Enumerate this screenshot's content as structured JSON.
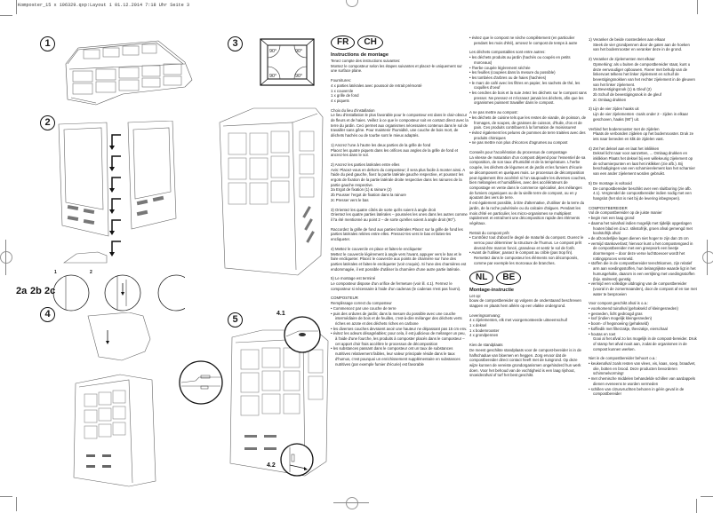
{
  "header": {
    "slug": "Komposter_15 x 106329.qxp:Layout 1  01.12.2014  7:18 Uhr  Seite 3"
  },
  "figures": {
    "step1": "1",
    "step2": "2",
    "step3": "3",
    "step4": "4",
    "step5": "5",
    "angle": "90°",
    "detail_labels": [
      "2a",
      "2b",
      "2c"
    ],
    "callouts": [
      "1",
      "2"
    ],
    "hint_41": "4.1",
    "hint_42": "4.2"
  },
  "fr": {
    "badges": [
      "FR",
      "CH"
    ],
    "title": "Instructions de montage",
    "intro": [
      "Tenez compte des instructions suivantes:",
      "Montez le composteur selon les étapes suivantes et placez-le uniquement sur une surface plane."
    ],
    "supplies_title": "Fournitures:",
    "supplies": [
      "4 x parties latérales avec poussoir de retrait prémonté",
      "1 x couvercle",
      "1 x grille de fond",
      "4 x piquets"
    ],
    "location_title": "Choix du lieu d'installation",
    "location_text": "Le lieu d'installation le plus favorable pour le composteur est dans le clair-obscur de fleurs et de haies. Veillez à ce que le composteur soit en contact direct avec la terre du jardin. Ceci permet aux organismes nécessaires contenus dans le sol de travailler sans gêne. Pour maintenir l'humidité, une couche de bois mort, de déchets hachés ou de tourbe sont le mieux adaptés.",
    "s1_title": "1) Ancrez l'une à l'autre les deux parties de la grille de fond",
    "s1_text": "Placez les quatre piquets dans les orifices aux angles de la grille de fond et ancrez-les dans le sol.",
    "s2_title": "2) Ancrez les parties latérales entre elles",
    "s2_text": "Avis: Placez-vous en dehors du composteur; il sera plus facile à monter ainsi. A l'aide du pied gauche, fixez la partie latérale gauche respective, et poussez les ergots de fixation de la partie latérale droite respective dans les rainures de la partie gauche respective.",
    "s2_items": [
      "2a Ergot de fixation (1) & rainure (2)",
      "2b Pousser l'ergot de fixation dans la rainure",
      "2c Presser vers le bas"
    ],
    "s3_title": "3) Orientez les quatre côtés de sorte qu'ils soient à angle droit",
    "s3_text": "Orientez les quatre parties latérales – poussées les unes dans les autres comme il l'a été mentionné au point 2 – de sorte qu'elles soient à angle droit (90°).",
    "s3b_text": "Raccordez la grille de fond aux parties latérales Placez sur la grille de fond les parties latérales reliées entre elles. Pressez-les vers le bas et faites-les encliqueter.",
    "s4_title": "4) Mettez le couvercle en place et faites-le encliqueter",
    "s4_text": "Mettez le couvercle légèrement à angle vers l'avant, appuyer vers le bas et le faire encliqueter. Placez le couvercle aux points de charnière sur l'une des parties latérales et faites-le encliqueter (voir croquis). Si l'une des charnières est endommagée, il est possible d'utiliser la charnière d'une autre partie latérale.",
    "s5_title": "5) Le montage est terminé",
    "s5_text": "Le composteur dispose d'un orifice de fermeture (voir ill. 4.1). Fermez le composteur si nécessaire à l'aide d'un cadenas (le cadenas n'est pas fourni).",
    "comp_title": "COMPOSTEUR",
    "comp_sub": "Remplissage correct du composteur",
    "comp_items": [
      "Commencez par une couche de terre",
      "puis des ordures de jardin; dans la mesure du possible avec une couche intermédiaire de bois et de feuilles, c'est-à-dire mélanger des déchets verts riches en azote et des déchets riches en carbone",
      "les diverses couches devraient avoir une hauteur ne dépassant pas 15 cm env.",
      "évitez les odeurs désagréables; pour cela, il est judicieux de mélanger un peu, à l'aide d'une fourche, les produits à composter placés dans le composteur – cet apport d'air frais accélère le processus de décomposition",
      "les substances passant dans le composteur ont un taux de substances nutritives relativement faibles, leur valeur principale réside dans le taux d'humus, c'est pourquoi un enrichissement supplémentaire en substances nutritives (par exemple fumier d'écurie) est favorable"
    ]
  },
  "fr2": {
    "top_item": "évitez que le compost ne sèche complètement (en particulier pendant les mois d'été), arrosez le compost de temps à autre",
    "waste_title": "Les déchets compostables sont entre autres:",
    "waste_items": [
      "les déchets produits au jardin (hachés ou coupés en petits morceaux)",
      "l'herbe coupée légèrement séchée",
      "les feuilles (coupées dans la mesure du possible)",
      "les tombées d'arbres ou de haies (hachées)",
      "le marc de café avec les filtres en papier, les sachets de thé, les coquilles d'oeuf",
      "les cendres de bois et la suie Jetez les déchets sur le compost sans presser. Ne pressez et n'écrasez jamais les déchets, afin que les organismes puissent travailler dans le compost."
    ],
    "no_title": "A ne pas mettre au compost:",
    "no_items": [
      "les déchets de cuisine tels que les restes de viande, de poisson, de fromages, de soupes, de graisses de cuisson, d'huile, d'os et de pain. Ces produits contribuent à la formation de moisissures!",
      "évitez également les pelures de pommes de terre traitées avec des produits chimiques",
      "ne pas mettre non plus d'écorces d'agrumes au compost"
    ],
    "tips_title": "Conseils pour l'accélération du processus de compostage",
    "tips_text": "La vitesse de maturation d'un compost dépend pour l'essentiel de sa composition, de son taux d'humidité et de la température. L'herbe coupée, les déchets de légumes et de jardin et les fumiers d'écurie se décomposent en quelques mois. Le processus de décomposition peut également être accéléré si l'on saupoudre les diverses couches, bien mélangées et humidifiées, avec des accélérateurs de compostage en vente dans le commerce spécialisé, des mélanges de fumiers organiques ou de la vieille terre de compost, ou en y ajoutant des vers de terre.",
    "tips_text2": "Il est également possible, à titre d'alternative, d'utiliser de la terre du jardin, de la roche pulvérisée ou du calcaire d'algues. Pendant les mois d'été en particulier, les micro-organismes se multiplient rapidement et entraînent une décomposition rapide des éléments végétaux.",
    "ready_title": "Retrait du compost prêt",
    "ready_items": [
      "Contrôlez tout d'abord le degré de maturité du compost. Ouvrez le verrou pour déterminer la structure de l'humus. Le compost prêt devrait être marron foncé, granuleux et sentir le sol de forêt.",
      "Avant de l'utiliser, passez le compost au crible (pas trop fin). Remettez dans le composteur les éléments non décomposés, comme par exemple les morceaux de branches."
    ]
  },
  "nl": {
    "badges": [
      "NL",
      "BE"
    ],
    "title": "Montage-instructie",
    "note_title": "Let op:",
    "note_text": "bouw de compostbereider op volgens de onderstaand beschreven stappen en plaats hem alléén op een vlakke ondergrond.",
    "supply_title": "Leveringsomvang:",
    "supplies": [
      "4 x zijelementen, elk met voorgemonteerde uitneemschuif",
      "1 x deksel",
      "1 x bodemrooster",
      "4 x grondpennen"
    ],
    "loc_title": "Kies de standplaats",
    "loc_text": "De meest geschikte standplaats voor de compost-bereider is in de halfschaduw van bloemen en heggen. Zorg ervoor dat de compostbereider direct contact heeft met de tuingrond. Op deze wijze kunnen de vereiste grondorganismen ongehinderd hun werk doen. Voor het behoud van de vochtigheid is een laag rijshout, snoeiderafval of turf het best geschikt."
  },
  "nl2": {
    "s1_title": "1) Veranker de beide roosterdelen aan elkaar",
    "s1_text": "Steek de vier grondpennen door de gaten aan de hoeken van het bodemrooster en veranker deze in de grond.",
    "s2_title": "2) Veranker de zijelementen met elkaar",
    "s2_text": "Opmerking: als u buiten de compostbereider staat, kunt u deze eenvoudiger opbouwen. Fixeer met behulp van de linkervoet telkens het linker zijelement en schuif de bevestigingsnokken van het rechter zijelement in de gleuven van het linker zijelement.",
    "s2_items": [
      "2a Bevestigingsnok (1) & Gleuf (2)",
      "2b Schuif de bevestigingsnok in de gleuf",
      "2c Omlaag drukken"
    ],
    "s3_title": "3) Lijn de vier zijden haaks uit",
    "s3_text": "Lijn de vier zijelementen -zoals onder 2 - zijden in elkaar geschoven, haaks (90°) uit.",
    "s3b_title": "Verbind het bodemrooster met de zijdelen",
    "s3b_text": "Plaats de verbonden zijdelen op het bodemrooster. Druk ze iets naar beneden en klik de zijdelen vast.",
    "s4_title": "4) Zet het deksel aan en laat het inklikken",
    "s4_text": "Deksel licht naar voor aanzetten, ... Omlaag drukken en inklikken Plaats het deksel bij een willekeurig zijelement op de scharnierpunten en laat het inklikken (zie afb.). Bij beschadigingen van een scharnierelement kan het scharnier van een ander zijelement worden gebruikt.",
    "s5_title": "5) De montage is voltooid",
    "s5_text": "De compostbereider beschikt over een sluitboring (zie afb. 4.1). Vergrendel de compostbereider indien nodig met een hangslot (het slot is niet bij de levering inbegrepen).",
    "comp_title": "COMPOSTBEREIDER",
    "comp_sub": "Vul de compostbereider op de juiste manier",
    "comp_items": [
      "begin met een laag grond",
      "daarna het tuinafval indien mogelijk met tijdelijk opgeslagen houten blad en d.w.z. stikstofrijk, groen afval gemengd met koolstofrijk afval",
      "de afzonderlijke lagen dienen niet hoger te zijn dan 15 cm",
      "vermijd stankoverlast; hiervoor kunt u het compostengoed in de compostbereider met een greepvork een beetje doormengen – door deze verse luchttoevoer wordt het rottingsproces versneld.",
      "stoffen die in de compostbereider terechtkomen, zijn relatief arm aan voedingsstoffen, hun belangrijkste waarde ligt in het humusgehalte, daarom is een verrijking met voedingsstoffen (bijv. stalmest) gunstig",
      "vermijd een volledige uitdroging van de compostbereider (vooral in de zomermaanden), door de compost af en toe met water te besproeien"
    ],
    "good_title": "Voor compost geschikt afval is o.a.:",
    "good_items": [
      "voorkomend tuinafval (gehakseld of kleingesneden)",
      "gesneden, licht gedroogd gras",
      "loof (indien mogelijk kleingesneden)",
      "boom- of hegsnoeiing (gehakseld)",
      "koffiedik met filterzakje, theezakje, eierschaal",
      "houtas en roet"
    ],
    "good_text": "Gooi al het afval zo los mogelijk in de compost-bereider. Druk of stamp het afval nooit aan, zodat de organismen in de compost kunnen werken.",
    "bad_title": "Niet in de compostbereider behoort o.a.:",
    "bad_items": [
      "keukenafval zoals resten van vlees, vis, kaas, soep, braadvet, olie, botten en brood. Deze producten bevorderen schimmelvorming!",
      "met chemische middelen behandelde schillen van aardappels dienen eveneens te worden vermeden",
      "schillen van citrusvruchten behoren in géén geval in de compostbereider"
    ]
  }
}
